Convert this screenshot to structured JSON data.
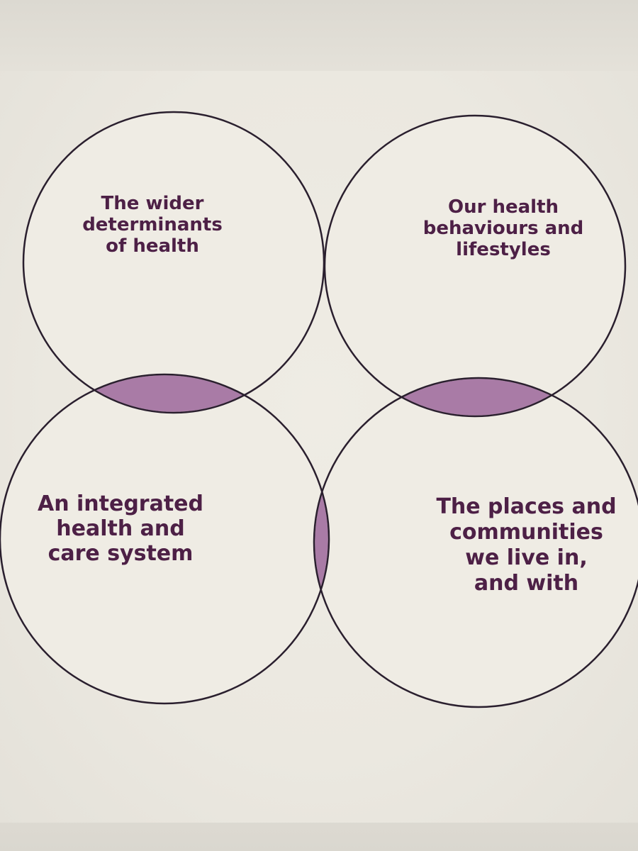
{
  "diagram": {
    "colors": {
      "overlap_fill": "#a97ba6",
      "circle_fill": "#efece4",
      "circle_outline": "#2a1f2e",
      "overlap_line": "#f2eee7",
      "label_text": "#4d2046"
    },
    "labels": {
      "top_left": "The wider\ndeterminants\nof health",
      "top_right": "Our health\nbehaviours and\nlifestyles",
      "bottom_left": "An integrated\nhealth and\ncare system",
      "bottom_right": "The places and\ncommunities\nwe live in,\nand with"
    }
  }
}
